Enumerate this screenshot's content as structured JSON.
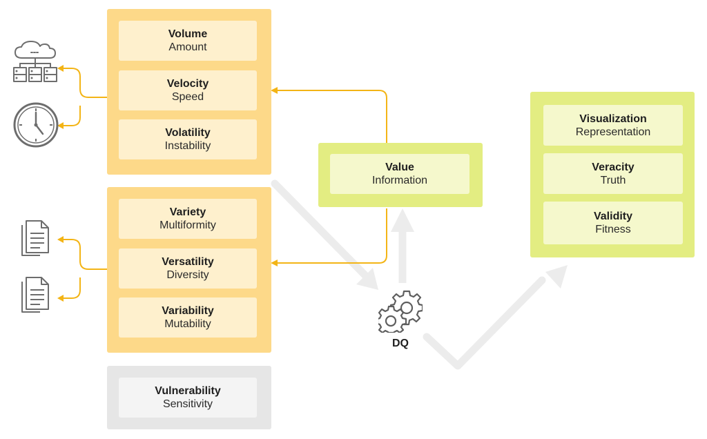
{
  "groups": {
    "speed": {
      "cards": [
        {
          "title": "Volume",
          "subtitle": "Amount"
        },
        {
          "title": "Velocity",
          "subtitle": "Speed"
        },
        {
          "title": "Volatility",
          "subtitle": "Instability"
        }
      ]
    },
    "variety": {
      "cards": [
        {
          "title": "Variety",
          "subtitle": "Multiformity"
        },
        {
          "title": "Versatility",
          "subtitle": "Diversity"
        },
        {
          "title": "Variability",
          "subtitle": "Mutability"
        }
      ]
    },
    "security": {
      "cards": [
        {
          "title": "Vulnerability",
          "subtitle": "Sensitivity"
        }
      ]
    },
    "value": {
      "cards": [
        {
          "title": "Value",
          "subtitle": "Information"
        }
      ]
    },
    "quality": {
      "cards": [
        {
          "title": "Visualization",
          "subtitle": "Representation"
        },
        {
          "title": "Veracity",
          "subtitle": "Truth"
        },
        {
          "title": "Validity",
          "subtitle": "Fitness"
        }
      ]
    }
  },
  "dq": {
    "label": "DQ"
  },
  "colors": {
    "orange_group": "#fdd989",
    "orange_card": "#fef0cd",
    "green_group": "#e3ed82",
    "green_card": "#f5f8cc",
    "grey_group": "#e6e6e6",
    "connector": "#f3b415",
    "flow_arrow": "#ececec",
    "icon_stroke": "#6d6d6d"
  },
  "icons": [
    "cloud-server-icon",
    "clock-icon",
    "document-icon",
    "document-icon",
    "gears-icon"
  ]
}
